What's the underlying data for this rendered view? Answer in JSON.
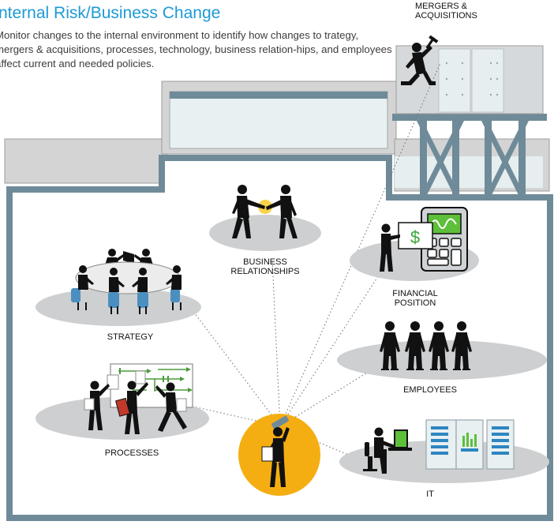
{
  "header": {
    "title": "nternal Risk/Business Change",
    "description": "Monitor changes to the internal environment to identify how changes to trategy, mergers & acquisitions, processes, technology, business relation-hips, and employees affect current and needed policies."
  },
  "labels": {
    "mergers_line1": "MERGERS &",
    "mergers_line2": "ACQUISITIONS",
    "business_line1": "BUSINESS",
    "business_line2": "RELATIONSHIPS",
    "financial_line1": "FINANCIAL",
    "financial_line2": "POSITION",
    "strategy": "STRATEGY",
    "employees": "EMPLOYEES",
    "processes": "PROCESSES",
    "it": "IT"
  },
  "icons": {
    "dollar": "$"
  },
  "colors": {
    "title": "#1d9ad6",
    "wall": "#6f8b99",
    "platform": "#cfcfcf",
    "window": "#e4eef0",
    "central_circle": "#f5ae12",
    "chair": "#4a8fc0",
    "money_green": "#38a638",
    "screen_green": "#5dbf3a",
    "screen_blue": "#2e86c1",
    "flow_green": "#4b9a3c",
    "binder_red": "#c0392b",
    "highlight": "#f8d24a"
  }
}
